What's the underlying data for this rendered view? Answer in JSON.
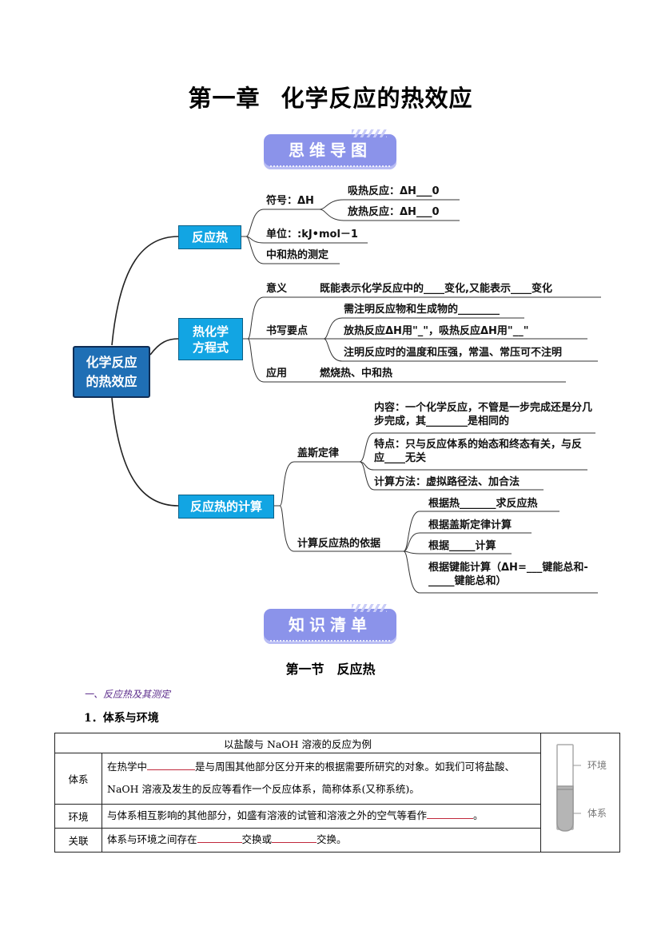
{
  "title": {
    "chapter": "第一章",
    "name": "化学反应的热效应"
  },
  "banners": {
    "mindmap": "思维导图",
    "knowledge": "知识清单"
  },
  "colors": {
    "banner": "#8b93ea",
    "node": "#12a5e3",
    "root": "#1f6fb5",
    "heading_purple": "#5a2a8a",
    "blank_line": "#c0283c"
  },
  "mindmap": {
    "root": {
      "line1": "化学反应",
      "line2": "的热效应"
    },
    "branches": [
      {
        "label": "反应热",
        "children": [
          {
            "text": "符号：ΔH",
            "children": [
              "吸热反应：ΔH___0",
              "放热反应：ΔH___0"
            ]
          },
          {
            "text": "单位：:kJ•mol－1"
          },
          {
            "text": "中和热的测定"
          }
        ]
      },
      {
        "label_line1": "热化学",
        "label_line2": "方程式",
        "children": [
          {
            "text": "意义",
            "detail": "既能表示化学反应中的____变化,又能表示____变化"
          },
          {
            "text": "书写要点",
            "children": [
              "需注明反应物和生成物的________",
              "放热反应ΔH用\"_\"，吸热反应ΔH用\"__\"",
              "注明反应时的温度和压强，常温、常压可不注明"
            ]
          },
          {
            "text": "应用",
            "detail": "燃烧热、中和热"
          }
        ]
      },
      {
        "label": "反应热的计算",
        "children": [
          {
            "text": "盖斯定律",
            "children": [
              "内容：一个化学反应，不管是一步完成还是分几步完成，其________是相同的",
              "特点：只与反应体系的始态和终态有关，与反应____无关",
              "计算方法：虚拟路径法、加合法"
            ]
          },
          {
            "text": "计算反应热的依据",
            "children": [
              "根据热_______求反应热",
              "根据盖斯定律计算",
              "根据_____计算",
              "根据键能计算（ΔH=___键能总和-_____键能总和）"
            ]
          }
        ]
      }
    ]
  },
  "section": {
    "title": "第一节　反应热",
    "heading1": "一、反应热及其测定",
    "heading2": "1．体系与环境"
  },
  "table": {
    "header": "以盐酸与 NaOH 溶液的反应为例",
    "rows": [
      {
        "label": "体系",
        "parts": [
          "在热学中",
          "是与周围其他部分区分开来的根据需要所研究的对象。如我们可将盐酸、NaOH 溶液及发生的反应等看作一个反应体系，简称体系(又称系统)。"
        ]
      },
      {
        "label": "环境",
        "parts": [
          "与体系相互影响的其他部分，如盛有溶液的试管和溶液之外的空气等看作",
          "。"
        ]
      },
      {
        "label": "关联",
        "parts": [
          "体系与环境之间存在",
          "交换或",
          "交换。"
        ]
      }
    ],
    "figure": {
      "label_top": "环境",
      "label_bottom": "体系"
    }
  }
}
